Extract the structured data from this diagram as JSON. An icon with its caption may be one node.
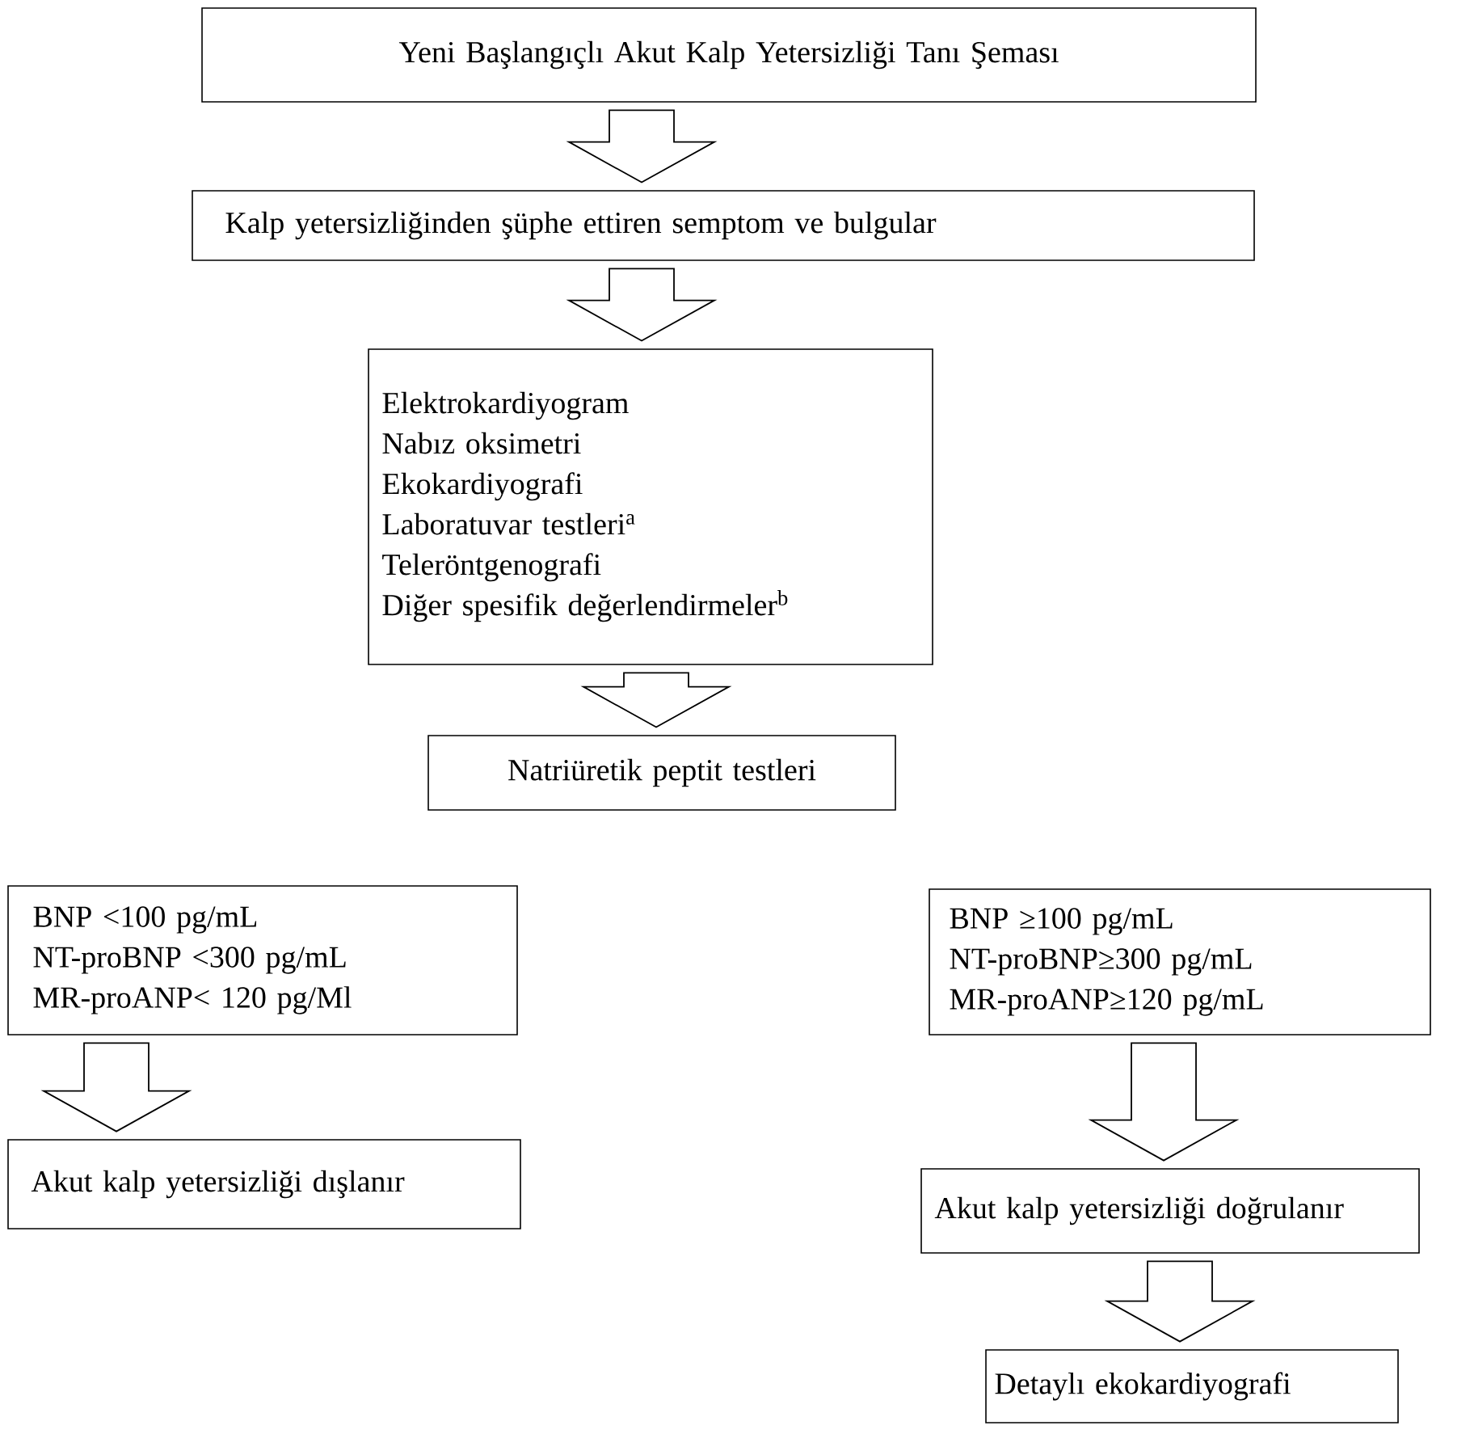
{
  "diagram": {
    "nodes": [
      {
        "text": [
          "Yeni Başlangıçlı Akut Kalp Yetersizliği Tanı Şeması"
        ]
      },
      {
        "text": [
          "Kalp yetersizliğinden şüphe ettiren semptom ve bulgular"
        ]
      },
      {
        "text": [
          "Elektrokardiyogram",
          "Nabız oksimetri",
          "Ekokardiyografi",
          "Laboratuvar testleri$^{a}$",
          "Teleröntgenografi",
          "Diğer spesifik değerlendirmeler$^{b}$"
        ]
      },
      {
        "text": [
          "Natriüretik peptit testleri"
        ]
      },
      {
        "text": [
          "BNP <100 pg/mL",
          "NT-proBNP <300 pg/mL",
          "MR-proANP< 120 pg/Ml"
        ]
      },
      {
        "text": [
          "BNP  ≥100 pg/mL",
          "NT-proBNP≥300 pg/mL",
          "MR-proANP≥120 pg/mL"
        ]
      },
      {
        "text": [
          "Akut kalp yetersizliği dışlanır"
        ]
      },
      {
        "text": [
          "Akut kalp yetersizliği doğrulanır"
        ]
      },
      {
        "text": [
          "Detaylı ekokardiyografi"
        ]
      }
    ],
    "edges": [
      {
        "from": 0,
        "to": 1,
        "arrow": "to"
      },
      {
        "from": 1,
        "to": 2,
        "arrow": "to"
      },
      {
        "from": 2,
        "to": 3,
        "arrow": "to"
      },
      {
        "from": 4,
        "to": 6,
        "arrow": "to"
      },
      {
        "from": 5,
        "to": 7,
        "arrow": "to"
      },
      {
        "from": 7,
        "to": 8,
        "arrow": "to"
      }
    ]
  }
}
